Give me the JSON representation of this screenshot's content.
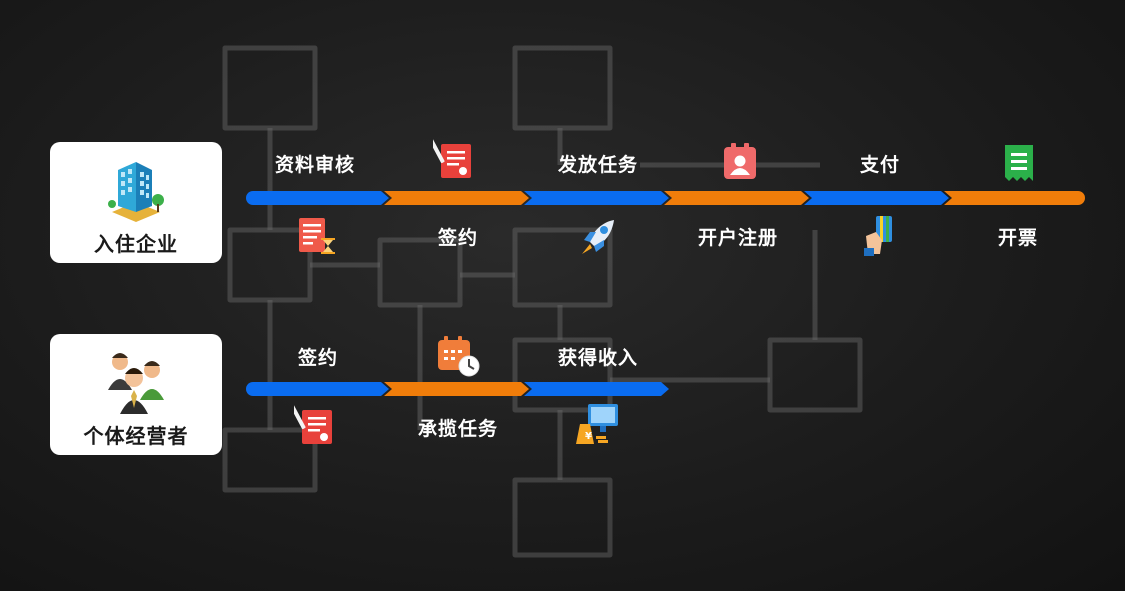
{
  "rows": [
    {
      "category": "入住企业",
      "category_icon": "office-building-icon",
      "steps": [
        {
          "label": "资料审核",
          "icon": "document-hourglass-icon",
          "label_pos": "above",
          "color": "#0a6cf0"
        },
        {
          "label": "签约",
          "icon": "signed-contract-icon",
          "label_pos": "below",
          "color": "#f07d0a"
        },
        {
          "label": "发放任务",
          "icon": "rocket-icon",
          "label_pos": "above",
          "color": "#0a6cf0"
        },
        {
          "label": "开户注册",
          "icon": "id-badge-icon",
          "label_pos": "below",
          "color": "#f07d0a"
        },
        {
          "label": "支付",
          "icon": "card-payment-icon",
          "label_pos": "above",
          "color": "#0a6cf0"
        },
        {
          "label": "开票",
          "icon": "invoice-receipt-icon",
          "label_pos": "below",
          "color": "#f07d0a"
        }
      ]
    },
    {
      "category": "个体经营者",
      "category_icon": "business-people-icon",
      "steps": [
        {
          "label": "签约",
          "icon": "signed-contract-icon",
          "label_pos": "above",
          "color": "#0a6cf0"
        },
        {
          "label": "承揽任务",
          "icon": "calendar-clock-icon",
          "label_pos": "below",
          "color": "#f07d0a"
        },
        {
          "label": "获得收入",
          "icon": "income-monitor-icon",
          "label_pos": "above",
          "color": "#0a6cf0"
        }
      ]
    }
  ],
  "colors": {
    "blue": "#0a6cf0",
    "orange": "#f07d0a",
    "card": "#ffffff"
  }
}
